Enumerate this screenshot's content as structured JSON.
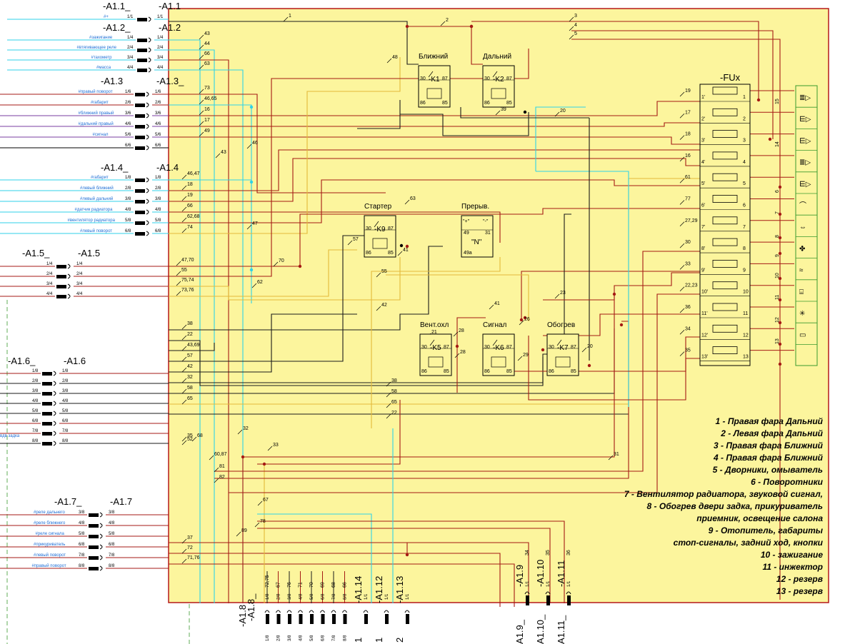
{
  "board": {
    "fuse_box_title": "-FUx",
    "fuses": [
      "1'",
      "2'",
      "3'",
      "4'",
      "5'",
      "6'",
      "7'",
      "8'",
      "9'",
      "10'",
      "11'",
      "12'",
      "13'"
    ],
    "fuse_out": [
      "1",
      "2",
      "3",
      "4",
      "5",
      "6",
      "7",
      "8",
      "9",
      "10",
      "11",
      "12",
      "13"
    ]
  },
  "relays": [
    {
      "title": "Ближний",
      "id": "-K1",
      "pins": [
        "30",
        "87",
        "86",
        "85"
      ]
    },
    {
      "title": "Дальний",
      "id": "-K2",
      "pins": [
        "30",
        "87",
        "86",
        "85"
      ]
    },
    {
      "title": "Стартер",
      "id": "-K9",
      "pins": [
        "30",
        "87",
        "86",
        "85"
      ]
    },
    {
      "title": "Прерыв.",
      "id": "\"N\"",
      "pins": [
        "\"+\"",
        "\"-\"",
        "49",
        "31",
        "49а"
      ]
    },
    {
      "title": "Вент.охл",
      "id": "-K5",
      "pins": [
        "30",
        "87",
        "86",
        "85"
      ]
    },
    {
      "title": "Сигнал",
      "id": "-K6",
      "pins": [
        "30",
        "87",
        "86",
        "85"
      ]
    },
    {
      "title": "Обогрев",
      "id": "-K7",
      "pins": [
        "30",
        "87",
        "86",
        "85"
      ]
    }
  ],
  "connectors": {
    "a11": {
      "left": "-A1.1_",
      "right": "-A1.1",
      "signals": [
        "#+"
      ],
      "pins": [
        "1/1"
      ]
    },
    "a12": {
      "left": "-A1.2_",
      "right": "-A1.2",
      "signals": [
        "#зажигание",
        "#втягивающее реле",
        "#тахометр",
        "#масса"
      ],
      "pins": [
        "1/4",
        "2/4",
        "3/4",
        "4/4"
      ]
    },
    "a13": {
      "left": "-A1.3",
      "right": "-A1.3_",
      "signals": [
        "#правый поворот",
        "#габарит",
        "#ближний правый",
        "#дальний правый",
        "#сигнал",
        ""
      ],
      "pins": [
        "1/6",
        "2/6",
        "3/6",
        "4/6",
        "5/6",
        "6/6"
      ]
    },
    "a14": {
      "left": "-A1.4_",
      "right": "-A1.4",
      "signals": [
        "#габарит",
        "#левый ближний",
        "#левый дальний",
        "#датчик радиатора",
        "#вентилятор радиатора",
        "#левый поворот"
      ],
      "pins": [
        "1/8",
        "2/8",
        "3/8",
        "4/8",
        "5/8",
        "6/8"
      ]
    },
    "a15": {
      "left": "-A1.5_",
      "right": "-A1.5",
      "pins": [
        "1/4",
        "2/4",
        "3/4",
        "4/4"
      ]
    },
    "a16": {
      "left": "-A1.6_",
      "right": "-A1.6",
      "signal_partial": "вдв задка",
      "pins": [
        "1/8",
        "2/8",
        "3/8",
        "4/8",
        "5/8",
        "6/8",
        "7/8",
        "8/8"
      ]
    },
    "a17": {
      "left": "-A1.7_",
      "right": "-A1.7",
      "signals": [
        "#реле дальнего",
        "#реле ближнего",
        "#реле сигнала",
        "#прикуриватель",
        "#левый поворот",
        "#правый поворот"
      ],
      "pins": [
        "3/8",
        "4/8",
        "5/8",
        "6/8",
        "7/8",
        "8/8"
      ]
    }
  },
  "bottom_connectors": {
    "a18_labels": [
      "-A1.8",
      "-A1.8_"
    ],
    "a18_pins": [
      "1/8",
      "2/8",
      "3/8",
      "4/8",
      "5/8",
      "6/8",
      "7/8",
      "8/8"
    ],
    "a18_wires": [
      "72,75",
      "67",
      "76",
      "71",
      "70",
      "69",
      "68",
      "66"
    ],
    "singles": [
      "-A1.14",
      "-A1.12",
      "-A1.13"
    ],
    "singles_bottom": [
      "1",
      "1",
      "2"
    ],
    "right": [
      "-A1.9",
      "-A1.10",
      "-A1.11"
    ],
    "right_bottom": [
      "A1.9_",
      "A1.10_",
      "A1.11_"
    ],
    "right_wires": [
      "34",
      "35",
      "36"
    ]
  },
  "wire_labels": {
    "top": [
      "1",
      "2",
      "3",
      "4",
      "5"
    ],
    "a12": [
      "43",
      "44",
      "66",
      "63"
    ],
    "a13": [
      "73",
      "46,65",
      "16",
      "17",
      "49"
    ],
    "a14": [
      "46,47",
      "18",
      "19",
      "66",
      "62,68",
      "74"
    ],
    "a15": [
      "47,70",
      "55",
      "75,74",
      "73,76"
    ],
    "a16": [
      "38",
      "22",
      "43,69",
      "57",
      "42",
      "32",
      "58",
      "65"
    ],
    "a17": [
      "37",
      "72",
      "71,76"
    ],
    "mid": [
      "42",
      "43",
      "47",
      "46",
      "48",
      "55",
      "70",
      "62",
      "63",
      "57",
      "41",
      "41",
      "39",
      "20",
      "23",
      "21",
      "28",
      "26",
      "29",
      "28",
      "20",
      "33",
      "31",
      "32",
      "35",
      "60,87",
      "81",
      "82",
      "67",
      "78",
      "89",
      "52",
      "68",
      "38",
      "58",
      "65",
      "22"
    ],
    "fuse": [
      "19",
      "17",
      "18",
      "16",
      "61",
      "77",
      "27,29",
      "30",
      "33",
      "22,23",
      "36",
      "34",
      "35"
    ],
    "right_col": [
      "15",
      "14",
      "6",
      "7",
      "8",
      "9",
      "10",
      "11",
      "12",
      "13"
    ]
  },
  "legend": [
    "1 - Правая фара Дапьний",
    "2 - Левая фара Дапьний",
    "3 - Правая фара Ближний",
    "4 - Правая фара Ближний",
    "5 - Дворники, омыватель",
    "6 - Поворотники",
    "7 - Вентилятор радиатора, звуковой сигнал,",
    "8 - Обогрев двери задка, прикуриватель",
    "приемник, освещение салона",
    "9 - Отопитель, габариты",
    "стоп-сигналы, задний ход, кнопки",
    "10 - зажигание",
    "11 -  инжектор",
    "12 - резерв",
    "13 - резерв"
  ],
  "icons": [
    "high-beam-icon",
    "low-beam-icon",
    "low-beam-icon",
    "high-beam-icon",
    "low-beam-icon",
    "wiper-icon",
    "turn-signal-icon",
    "fan-icon",
    "heater-icon",
    "rear-defrost-icon",
    "spark-icon",
    "socket-icon",
    "blank-icon"
  ],
  "colors": {
    "board": "#fcf59d",
    "board_border": "#b5191a",
    "cyan": "#2fd2e8",
    "red": "#a51a14",
    "dark": "#1a1a1a",
    "yellow": "#e3b93a",
    "green": "#3a9a2e",
    "blue_label": "#1f6fd6",
    "purple": "#7a3da0"
  }
}
